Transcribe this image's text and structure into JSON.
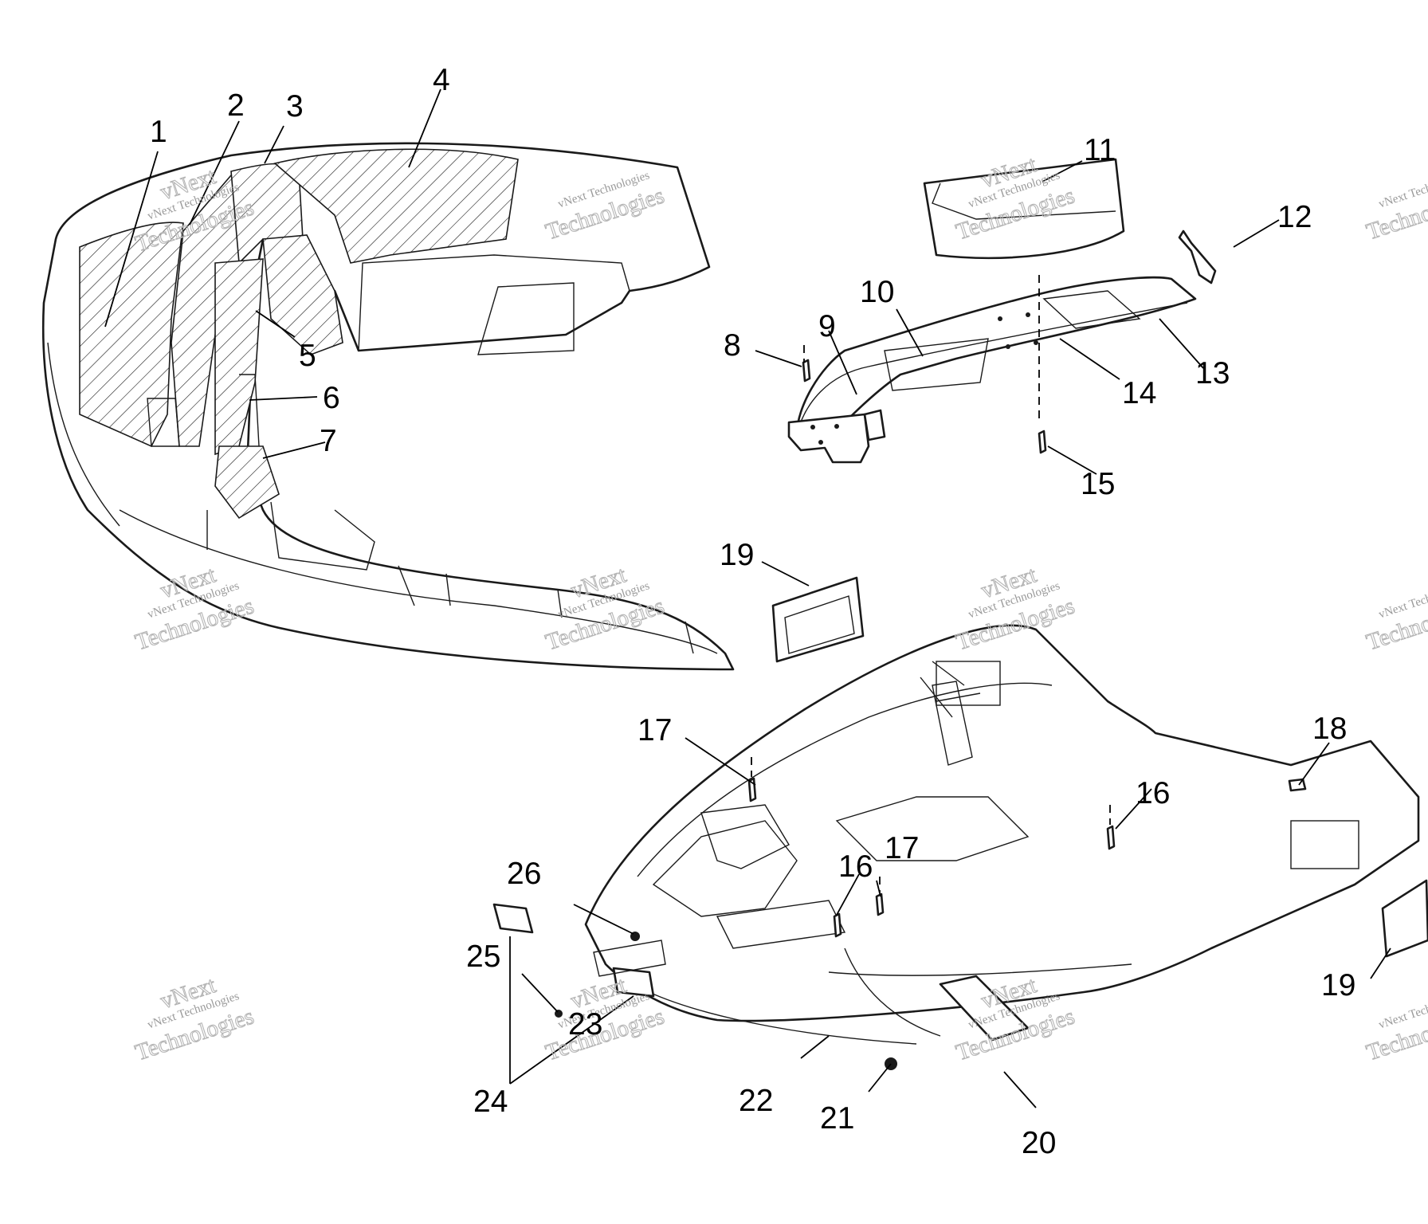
{
  "callouts": [
    "1",
    "2",
    "3",
    "4",
    "5",
    "6",
    "7",
    "8",
    "9",
    "10",
    "11",
    "12",
    "13",
    "14",
    "15",
    "16",
    "16",
    "17",
    "17",
    "18",
    "19",
    "19",
    "20",
    "21",
    "22",
    "23",
    "24",
    "25",
    "26"
  ],
  "watermark": {
    "small": "vNext Technologies",
    "big": "Technologies",
    "top": "vNext"
  }
}
